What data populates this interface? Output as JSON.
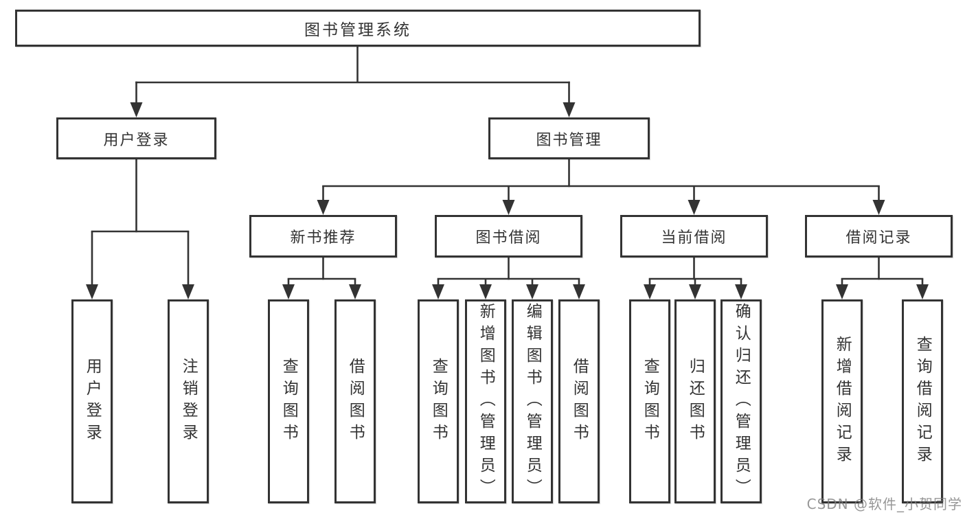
{
  "diagram": {
    "root": "图书管理系统",
    "level2": {
      "user_login": "用户登录",
      "book_management": "图书管理"
    },
    "level3": {
      "new_book_recommend": "新书推荐",
      "book_borrow": "图书借阅",
      "current_borrow": "当前借阅",
      "borrow_records": "借阅记录"
    },
    "leaves": {
      "user_login": "用户登录",
      "logout": "注销登录",
      "recommend_query_books": "查询图书",
      "recommend_borrow_books": "借阅图书",
      "borrow_query_books": "查询图书",
      "borrow_add_books_admin": "新增图书（管理员）",
      "borrow_edit_books_admin": "编辑图书（管理员）",
      "borrow_borrow_books": "借阅图书",
      "current_query_books": "查询图书",
      "current_return_books": "归还图书",
      "current_confirm_return_admin": "确认归还（管理员）",
      "records_add_record": "新增借阅记录",
      "records_query_record": "查询借阅记录"
    },
    "watermark": "CSDN @软件_小贺同学",
    "colors": {
      "line": "#333333",
      "text": "#333333",
      "background": "#ffffff",
      "watermark": "#7d7d7d"
    },
    "hierarchy": {
      "label": "图书管理系统",
      "children": [
        {
          "label": "用户登录",
          "children": [
            {
              "label": "用户登录"
            },
            {
              "label": "注销登录"
            }
          ]
        },
        {
          "label": "图书管理",
          "children": [
            {
              "label": "新书推荐",
              "children": [
                {
                  "label": "查询图书"
                },
                {
                  "label": "借阅图书"
                }
              ]
            },
            {
              "label": "图书借阅",
              "children": [
                {
                  "label": "查询图书"
                },
                {
                  "label": "新增图书（管理员）"
                },
                {
                  "label": "编辑图书（管理员）"
                },
                {
                  "label": "借阅图书"
                }
              ]
            },
            {
              "label": "当前借阅",
              "children": [
                {
                  "label": "查询图书"
                },
                {
                  "label": "归还图书"
                },
                {
                  "label": "确认归还（管理员）"
                }
              ]
            },
            {
              "label": "借阅记录",
              "children": [
                {
                  "label": "新增借阅记录"
                },
                {
                  "label": "查询借阅记录"
                }
              ]
            }
          ]
        }
      ]
    }
  }
}
